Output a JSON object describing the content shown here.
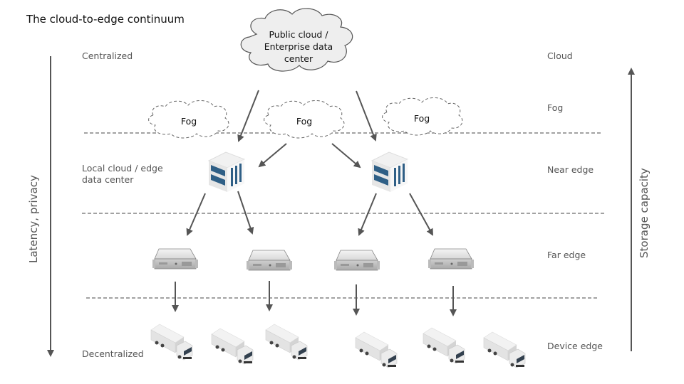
{
  "title": "The cloud-to-edge continuum",
  "left_axis": {
    "label": "Latency, privacy",
    "direction": "down",
    "top_label": "Centralized",
    "bottom_label": "Decentralized",
    "middle_label_line1": "Local cloud / edge",
    "middle_label_line2": "data center"
  },
  "right_axis": {
    "label": "Storage capacity",
    "direction": "up"
  },
  "tiers": [
    {
      "label": "Cloud"
    },
    {
      "label": "Fog"
    },
    {
      "label": "Near edge"
    },
    {
      "label": "Far edge"
    },
    {
      "label": "Device edge"
    }
  ],
  "public_cloud": {
    "line1": "Public cloud /",
    "line2": "Enterprise data",
    "line3": "center"
  },
  "fog_nodes": [
    {
      "label": "Fog"
    },
    {
      "label": "Fog"
    },
    {
      "label": "Fog"
    }
  ],
  "icons": {
    "data_centers": 2,
    "servers": 4,
    "trucks": 6
  },
  "colors": {
    "arrow": "#555555",
    "dash": "#444444",
    "cloud_fill": "#eeeeee",
    "building_blue": "#2f5f86"
  }
}
